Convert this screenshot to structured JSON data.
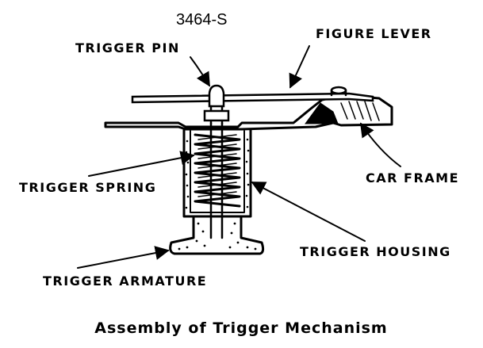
{
  "part_number": "3464-S",
  "labels": {
    "trigger_pin": "TRIGGER PIN",
    "figure_lever": "FIGURE LEVER",
    "car_frame": "CAR FRAME",
    "trigger_spring": "TRIGGER SPRING",
    "trigger_housing": "TRIGGER HOUSING",
    "trigger_armature": "TRIGGER ARMATURE"
  },
  "caption": "Assembly of Trigger Mechanism",
  "colors": {
    "ink": "#000000",
    "paper": "#ffffff"
  }
}
